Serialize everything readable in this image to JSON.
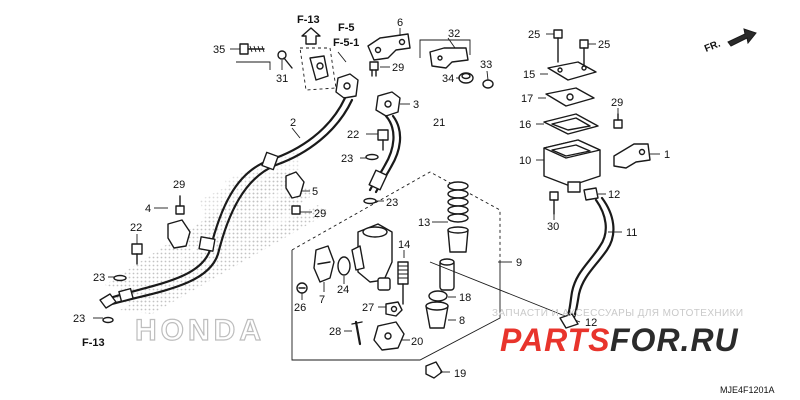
{
  "diagram": {
    "references": {
      "f13_top": "F-13",
      "f5": "F-5",
      "f51": "F-5-1",
      "f13_bottom": "F-13",
      "front": "FR."
    },
    "callouts": {
      "c1": "1",
      "c2": "2",
      "c3": "3",
      "c4": "4",
      "c5": "5",
      "c6": "6",
      "c7": "7",
      "c8": "8",
      "c9": "9",
      "c10": "10",
      "c11": "11",
      "c12a": "12",
      "c12b": "12",
      "c13": "13",
      "c14": "14",
      "c15": "15",
      "c16": "16",
      "c17": "17",
      "c18": "18",
      "c19": "19",
      "c20": "20",
      "c21": "21",
      "c22a": "22",
      "c22b": "22",
      "c23a": "23",
      "c23b": "23",
      "c23c": "23",
      "c23d": "23",
      "c24": "24",
      "c25a": "25",
      "c25b": "25",
      "c26": "26",
      "c27": "27",
      "c28": "28",
      "c29a": "29",
      "c29b": "29",
      "c29c": "29",
      "c29d": "29",
      "c30": "30",
      "c31": "31",
      "c32": "32",
      "c33": "33",
      "c34": "34",
      "c35": "35"
    },
    "diagram_code": "MJE4F1201A",
    "brand_watermark": "HONDA",
    "colors": {
      "line": "#1a1a1a",
      "watermark_gray": "#c9c9c9",
      "watermark_red": "#e8342c",
      "watermark_dark": "#2b2b2b"
    }
  },
  "watermark": {
    "site_caption": "ЗАПЧАСТИ И АКСЕССУАРЫ ДЛЯ МОТОТЕХНИКИ",
    "logo_left": "PARTS",
    "logo_right": "FOR.RU"
  }
}
